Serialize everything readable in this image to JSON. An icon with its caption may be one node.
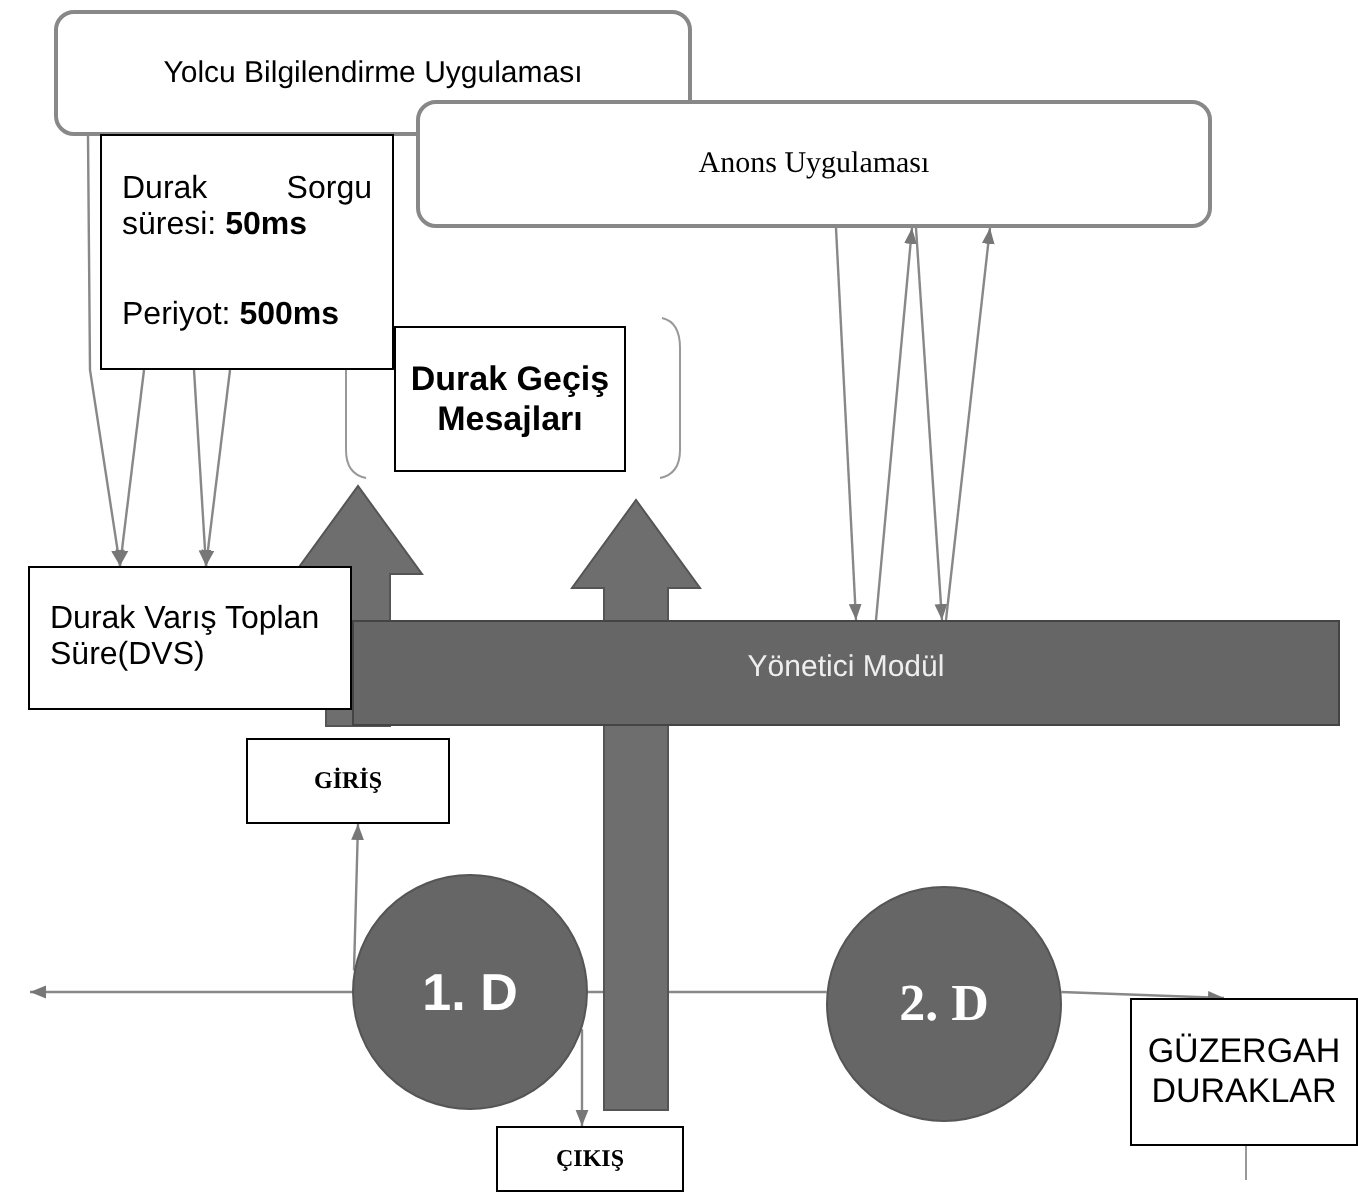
{
  "diagram": {
    "nodes": [
      {
        "text": [
          "Yolcu Bilgilendirme Uygulaması"
        ]
      },
      {
        "text": [
          "Durak Sorgu süresi: **50ms**",
          "Periyot: **500ms**"
        ]
      },
      {
        "text": [
          "Anons Uygulaması"
        ]
      },
      {
        "text": [
          "Durak Geçiş Mesajları"
        ]
      },
      {
        "text": [
          "Durak Varış Toplan Süre(DVS)"
        ]
      },
      {
        "text": [
          "Yönetici Modül"
        ]
      },
      {
        "text": [
          "GİRİŞ"
        ]
      },
      {
        "text": [
          "ÇIKIŞ"
        ]
      },
      {
        "text": [
          "1. D"
        ]
      },
      {
        "text": [
          "2. D"
        ]
      },
      {
        "text": [
          "GÜZERGAH DURAKLAR"
        ]
      }
    ],
    "edges": [
      {
        "from": 0,
        "to": 4,
        "arrow": "to"
      },
      {
        "from": 1,
        "to": 4,
        "arrow": "to"
      },
      {
        "from": 1,
        "to": 4,
        "arrow": "to"
      },
      {
        "from": 1,
        "to": 4,
        "arrow": "to"
      },
      {
        "from": 2,
        "to": 5,
        "arrow": "to"
      },
      {
        "from": 5,
        "to": 2,
        "arrow": "to"
      },
      {
        "from": 2,
        "to": 5,
        "arrow": "to"
      },
      {
        "from": 5,
        "to": 2,
        "arrow": "to"
      },
      {
        "from": 5,
        "to": 3,
        "arrow": "to",
        "style": "thick"
      },
      {
        "from": null,
        "to": 3,
        "arrow": "to",
        "style": "thick"
      },
      {
        "from": 8,
        "to": 6,
        "arrow": "to"
      },
      {
        "from": 8,
        "to": 7,
        "arrow": "to"
      },
      {
        "from": 8,
        "to": null,
        "arrow": "to"
      },
      {
        "from": 8,
        "to": 9,
        "arrow": "none"
      },
      {
        "from": 9,
        "to": 10,
        "arrow": "to"
      }
    ]
  }
}
